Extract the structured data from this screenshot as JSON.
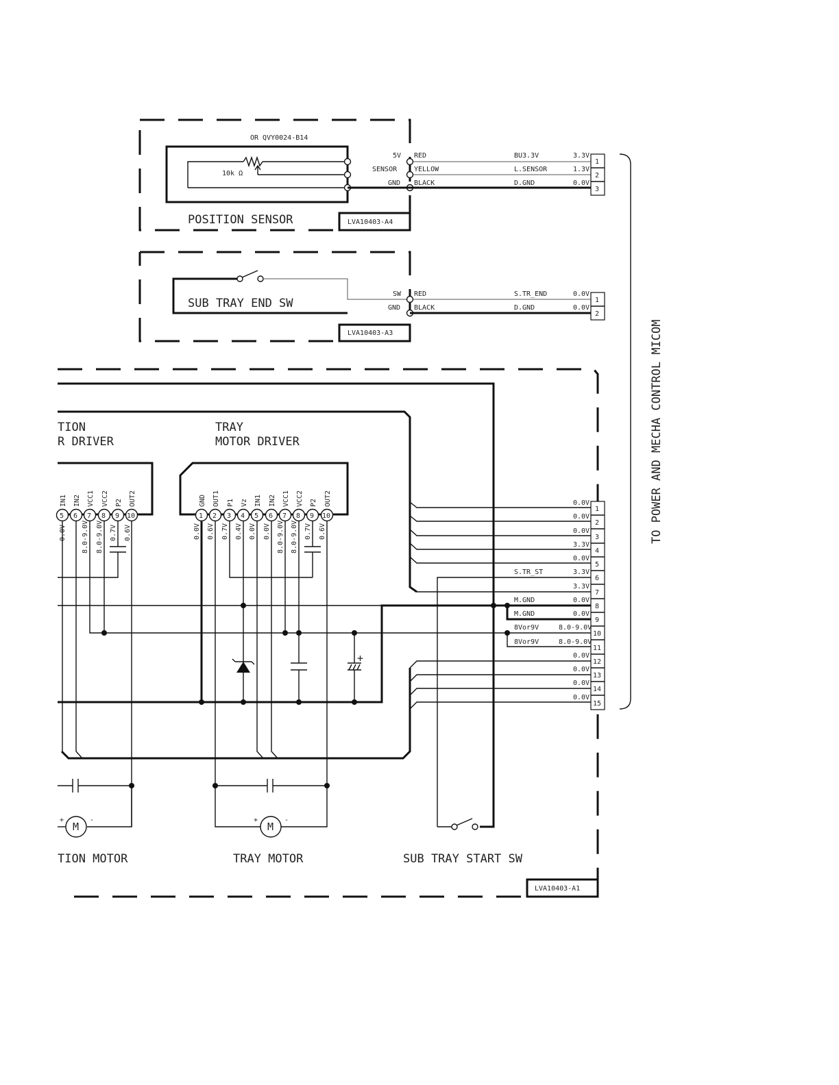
{
  "position_sensor": {
    "part": "OR QVY0024-B14",
    "resistor": "10k Ω",
    "title": "POSITION SENSOR",
    "board": "LVA10403-A4",
    "pin_labels": [
      "5V",
      "SENSOR",
      "GND"
    ],
    "wire_colors": [
      "RED",
      "YELLOW",
      "BLACK"
    ],
    "signals": [
      "BU3.3V",
      "L.SENSOR",
      "D.GND"
    ],
    "voltages": [
      "3.3V",
      "1.3V",
      "0.0V"
    ],
    "pins": [
      "1",
      "2",
      "3"
    ]
  },
  "sub_tray_end": {
    "title": "SUB TRAY END SW",
    "board": "LVA10403-A3",
    "pin_labels": [
      "SW",
      "GND"
    ],
    "wire_colors": [
      "RED",
      "BLACK"
    ],
    "signals": [
      "S.TR_END",
      "D.GND"
    ],
    "voltages": [
      "0.0V",
      "0.0V"
    ],
    "pins": [
      "1",
      "2"
    ]
  },
  "main_board": {
    "board": "LVA10403-A1",
    "left_driver_title_1": "TION",
    "left_driver_title_2": "R DRIVER",
    "tray_driver_title_1": "TRAY",
    "tray_driver_title_2": "MOTOR DRIVER",
    "left_pin_names": [
      "IN1",
      "IN2",
      "VCC1",
      "VCC2",
      "P2",
      "OUT2"
    ],
    "left_pin_numbers": [
      "5",
      "6",
      "7",
      "8",
      "9",
      "10"
    ],
    "left_pin_voltages": [
      "0.0V",
      "8.0-9.0V",
      "8.0-9.0V",
      "0.7V",
      "0.6V"
    ],
    "tray_pin_names": [
      "GND",
      "OUT1",
      "P1",
      "Vz",
      "IN1",
      "IN2",
      "VCC1",
      "VCC2",
      "P2",
      "OUT2"
    ],
    "tray_pin_numbers": [
      "1",
      "2",
      "3",
      "4",
      "5",
      "6",
      "7",
      "8",
      "9",
      "10"
    ],
    "tray_pin_voltages": [
      "0.0V",
      "0.6V",
      "0.7V",
      "0.4V",
      "0.0V",
      "0.0V",
      "8.0-9.0V",
      "8.0-9.0V",
      "0.7V",
      "0.6V"
    ],
    "left_motor": "TION MOTOR",
    "tray_motor": "TRAY MOTOR",
    "start_sw": "SUB TRAY START SW",
    "motor_symbol": "M",
    "plus": "+",
    "minus": "-",
    "connector_pins": [
      "1",
      "2",
      "3",
      "4",
      "5",
      "6",
      "7",
      "8",
      "9",
      "10",
      "11",
      "12",
      "13",
      "14",
      "15"
    ],
    "connector_voltages": [
      "0.0V",
      "0.0V",
      "0.0V",
      "3.3V",
      "0.0V",
      "3.3V",
      "3.3V",
      "0.0V",
      "0.0V",
      "8.0-9.0V",
      "8.0-9.0V",
      "0.0V",
      "0.0V",
      "0.0V",
      "0.0V"
    ],
    "connector_signals": [
      "S.TR_ST",
      "M.GND",
      "M.GND",
      "8Vor9V",
      "8Vor9V"
    ]
  },
  "side_label": "TO POWER AND MECHA CONTROL MICOM"
}
